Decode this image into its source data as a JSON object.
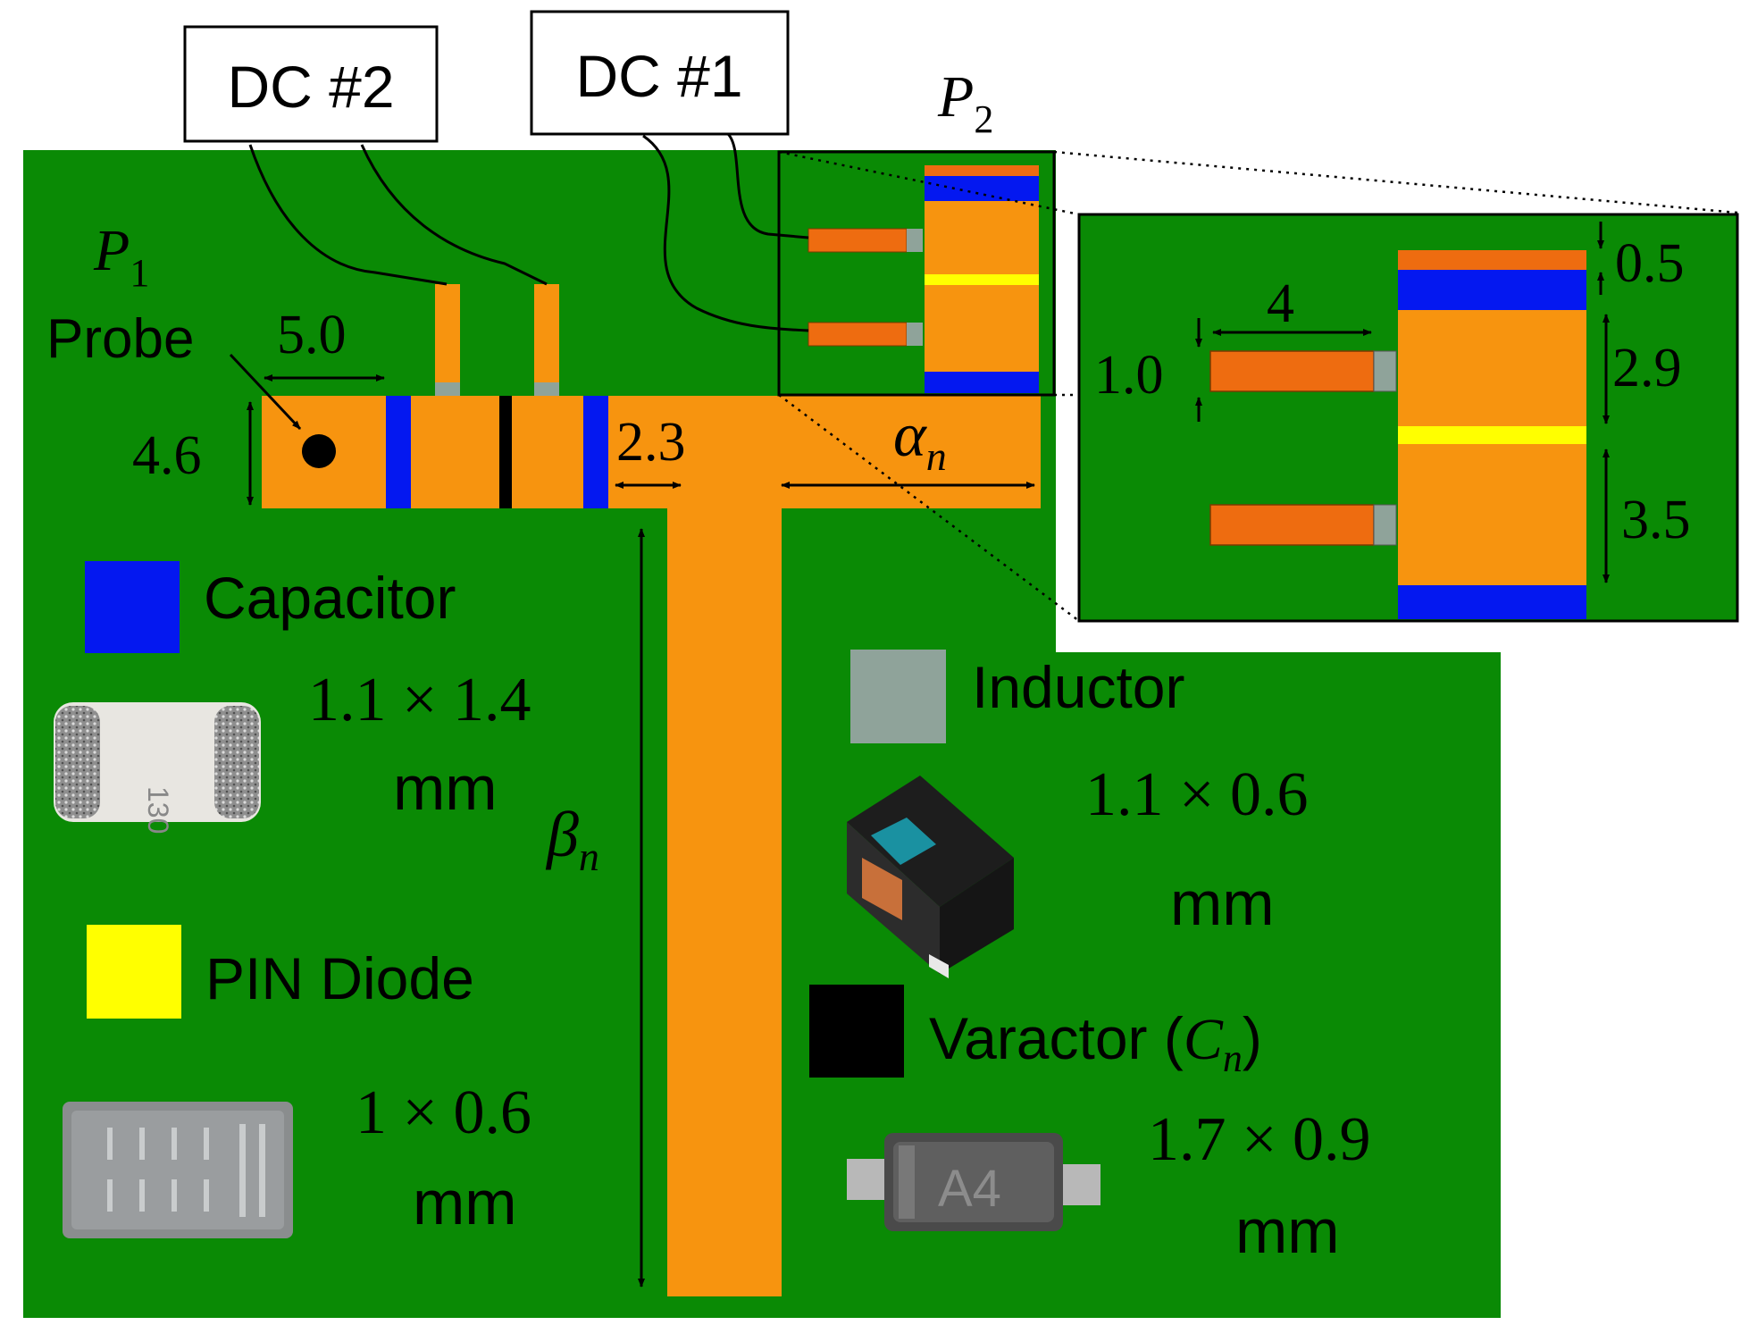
{
  "colors": {
    "board": "#0a8a05",
    "copper": "#f7940f",
    "pad": "#ee6c10",
    "capacitor": "#0418f0",
    "inductor": "#8fa39a",
    "pin_diode": "#ffff00",
    "varactor": "#000000"
  },
  "labels": {
    "dc2": "DC #2",
    "dc1": "DC #1",
    "p1_base": "P",
    "p1_sub": "1",
    "p2_base": "P",
    "p2_sub": "2",
    "probe": "Probe"
  },
  "dimensions": {
    "d_5_0": "5.0",
    "d_4_6": "4.6",
    "d_2_3": "2.3",
    "alpha_base": "α",
    "alpha_sub": "n",
    "beta_base": "β",
    "beta_sub": "n"
  },
  "inset": {
    "d_0_5": "0.5",
    "d_4": "4",
    "d_1_0": "1.0",
    "d_2_9": "2.9",
    "d_3_5": "3.5"
  },
  "legend": {
    "capacitor": {
      "label": "Capacitor",
      "size_line1": "1.1 × 1.4",
      "size_line2": "mm",
      "photo_marking": "130"
    },
    "pin_diode": {
      "label": "PIN Diode",
      "size_line1": "1 × 0.6",
      "size_line2": "mm"
    },
    "inductor": {
      "label": "Inductor",
      "size_line1": "1.1 × 0.6",
      "size_line2": "mm"
    },
    "varactor": {
      "label_prefix": "Varactor (",
      "label_var": "C",
      "label_sub": "n",
      "label_suffix": ")",
      "size_line1": "1.7 × 0.9",
      "size_line2": "mm",
      "photo_marking": "A4"
    }
  }
}
